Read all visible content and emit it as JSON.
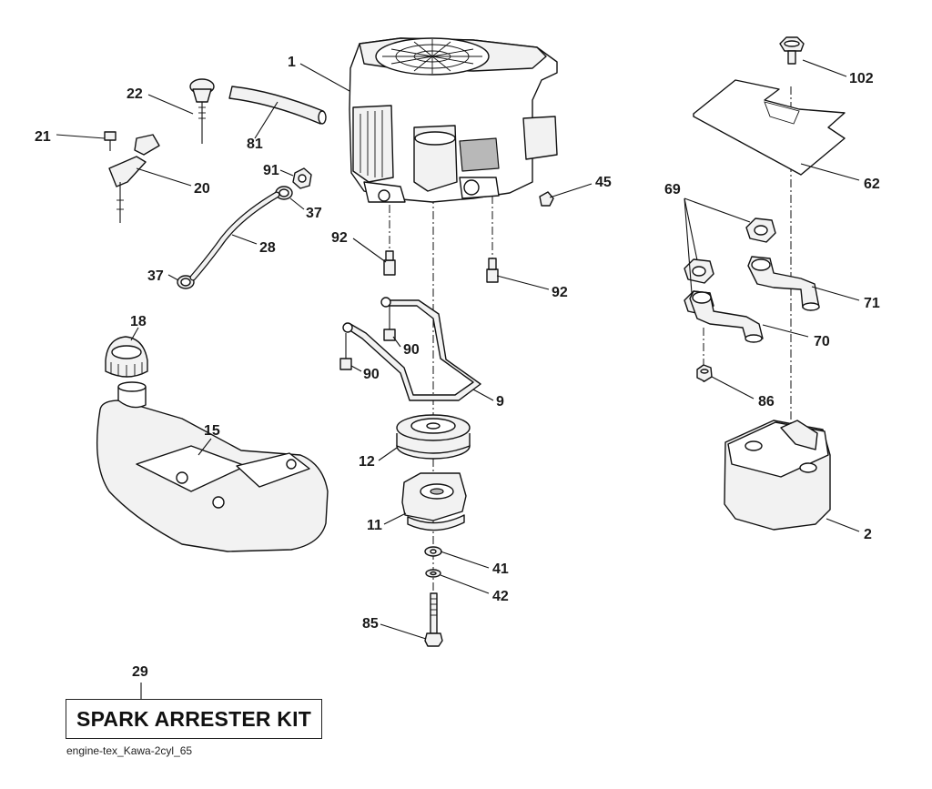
{
  "diagram": {
    "callouts": {
      "c1": "1",
      "c22": "22",
      "c21": "21",
      "c20": "20",
      "c81": "81",
      "c91": "91",
      "c37a": "37",
      "c37b": "37",
      "c28": "28",
      "c92a": "92",
      "c92b": "92",
      "c45": "45",
      "c90a": "90",
      "c90b": "90",
      "c9": "9",
      "c18": "18",
      "c15": "15",
      "c12": "12",
      "c11": "11",
      "c41": "41",
      "c42": "42",
      "c85": "85",
      "c102": "102",
      "c62": "62",
      "c69": "69",
      "c71": "71",
      "c70": "70",
      "c86": "86",
      "c2": "2"
    },
    "kit": {
      "number": "29",
      "title": "SPARK ARRESTER KIT"
    },
    "file_reference": "engine-tex_Kawa-2cyl_65"
  }
}
